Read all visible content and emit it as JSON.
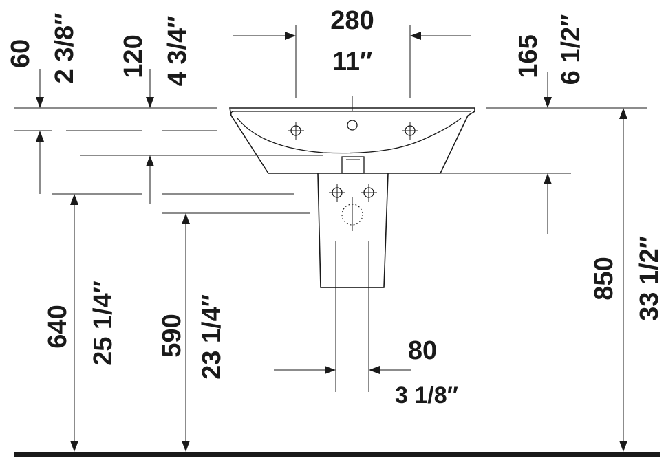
{
  "dimensions": {
    "depth_outer": {
      "mm": "280",
      "inch": "11″"
    },
    "offset_60": {
      "mm": "60",
      "inch": "2 3/8″"
    },
    "offset_120": {
      "mm": "120",
      "inch": "4 3/4″"
    },
    "offset_165": {
      "mm": "165",
      "inch": "6 1/2″"
    },
    "height_640": {
      "mm": "640",
      "inch": "25 1/4″"
    },
    "height_590": {
      "mm": "590",
      "inch": "23 1/4″"
    },
    "height_850": {
      "mm": "850",
      "inch": "33 1/2″"
    },
    "pedestal_80": {
      "mm": "80",
      "inch": "3 1/8″"
    }
  }
}
